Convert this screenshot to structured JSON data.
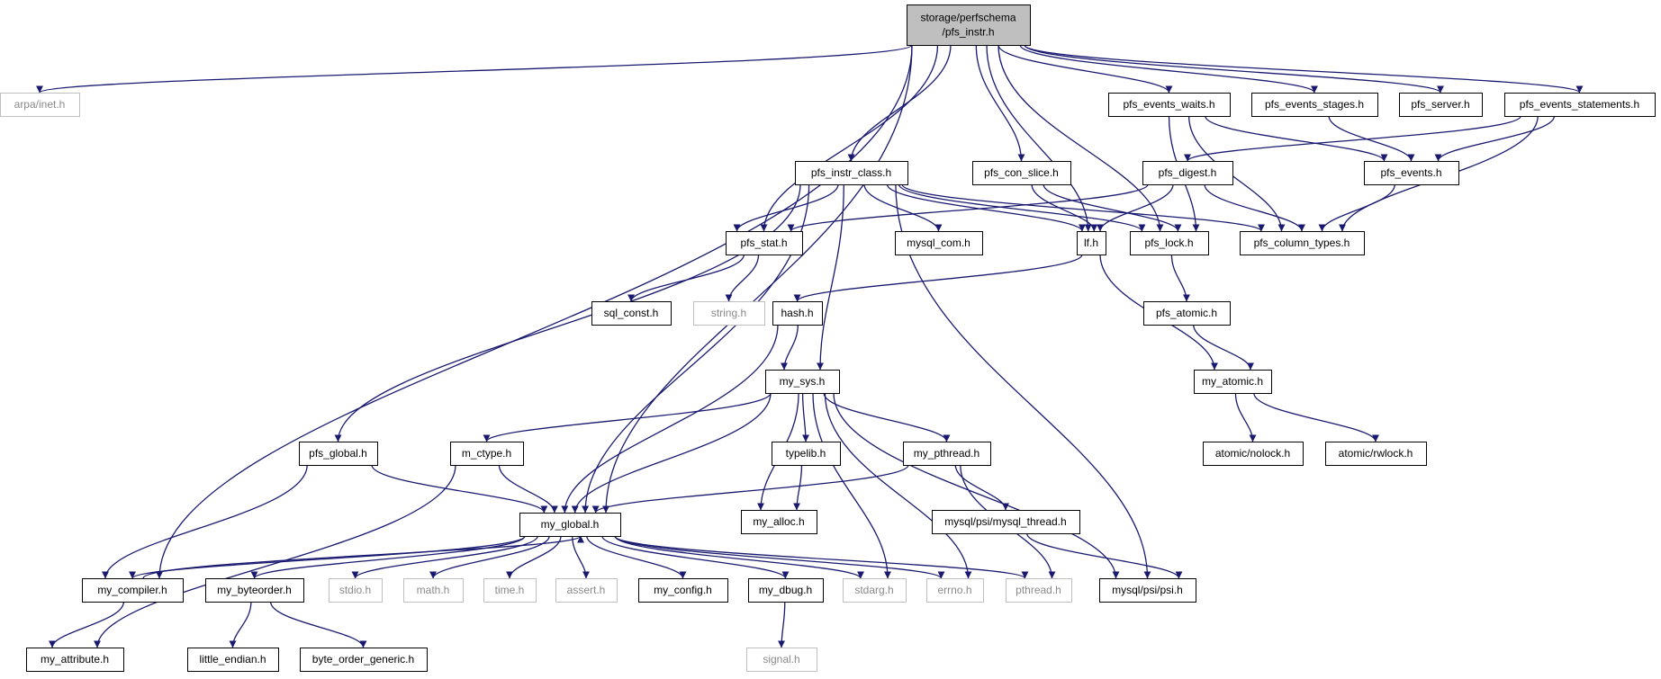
{
  "graph": {
    "colors": {
      "edge": "#191970",
      "node_border": "#000000",
      "system_border": "#bfbfbf",
      "root_fill": "#bfbfbf",
      "node_fill": "#ffffff"
    },
    "nodes": [
      {
        "id": "root",
        "kind": "root",
        "lines": [
          "storage/perfschema",
          "/pfs_instr.h"
        ]
      },
      {
        "id": "arpa_inet",
        "kind": "system",
        "lines": [
          "arpa/inet.h"
        ]
      },
      {
        "id": "my_compiler",
        "kind": "local",
        "lines": [
          "my_compiler.h"
        ]
      },
      {
        "id": "my_global",
        "kind": "local",
        "lines": [
          "my_global.h"
        ]
      },
      {
        "id": "pfs_stat",
        "kind": "local",
        "lines": [
          "pfs_stat.h"
        ]
      },
      {
        "id": "pfs_instr_class",
        "kind": "local",
        "lines": [
          "pfs_instr_class.h"
        ]
      },
      {
        "id": "lf",
        "kind": "local",
        "lines": [
          "lf.h"
        ]
      },
      {
        "id": "pfs_con_slice",
        "kind": "local",
        "lines": [
          "pfs_con_slice.h"
        ]
      },
      {
        "id": "pfs_lock",
        "kind": "local",
        "lines": [
          "pfs_lock.h"
        ]
      },
      {
        "id": "pfs_events_waits",
        "kind": "local",
        "lines": [
          "pfs_events_waits.h"
        ]
      },
      {
        "id": "pfs_events_stages",
        "kind": "local",
        "lines": [
          "pfs_events_stages.h"
        ]
      },
      {
        "id": "pfs_server",
        "kind": "local",
        "lines": [
          "pfs_server.h"
        ]
      },
      {
        "id": "pfs_events_statements",
        "kind": "local",
        "lines": [
          "pfs_events_statements.h"
        ]
      },
      {
        "id": "pfs_digest",
        "kind": "local",
        "lines": [
          "pfs_digest.h"
        ]
      },
      {
        "id": "pfs_events",
        "kind": "local",
        "lines": [
          "pfs_events.h"
        ]
      },
      {
        "id": "pfs_column_types",
        "kind": "local",
        "lines": [
          "pfs_column_types.h"
        ]
      },
      {
        "id": "mysql_com",
        "kind": "local",
        "lines": [
          "mysql_com.h"
        ]
      },
      {
        "id": "sql_const",
        "kind": "local",
        "lines": [
          "sql_const.h"
        ]
      },
      {
        "id": "string",
        "kind": "system",
        "lines": [
          "string.h"
        ]
      },
      {
        "id": "hash",
        "kind": "local",
        "lines": [
          "hash.h"
        ]
      },
      {
        "id": "pfs_atomic",
        "kind": "local",
        "lines": [
          "pfs_atomic.h"
        ]
      },
      {
        "id": "my_sys",
        "kind": "local",
        "lines": [
          "my_sys.h"
        ]
      },
      {
        "id": "my_atomic",
        "kind": "local",
        "lines": [
          "my_atomic.h"
        ]
      },
      {
        "id": "pfs_global",
        "kind": "local",
        "lines": [
          "pfs_global.h"
        ]
      },
      {
        "id": "m_ctype",
        "kind": "local",
        "lines": [
          "m_ctype.h"
        ]
      },
      {
        "id": "typelib",
        "kind": "local",
        "lines": [
          "typelib.h"
        ]
      },
      {
        "id": "my_pthread",
        "kind": "local",
        "lines": [
          "my_pthread.h"
        ]
      },
      {
        "id": "atomic_nolock",
        "kind": "local",
        "lines": [
          "atomic/nolock.h"
        ]
      },
      {
        "id": "atomic_rwlock",
        "kind": "local",
        "lines": [
          "atomic/rwlock.h"
        ]
      },
      {
        "id": "my_alloc",
        "kind": "local",
        "lines": [
          "my_alloc.h"
        ]
      },
      {
        "id": "mysql_thread",
        "kind": "local",
        "lines": [
          "mysql/psi/mysql_thread.h"
        ]
      },
      {
        "id": "my_byteorder",
        "kind": "local",
        "lines": [
          "my_byteorder.h"
        ]
      },
      {
        "id": "stdio",
        "kind": "system",
        "lines": [
          "stdio.h"
        ]
      },
      {
        "id": "math",
        "kind": "system",
        "lines": [
          "math.h"
        ]
      },
      {
        "id": "time",
        "kind": "system",
        "lines": [
          "time.h"
        ]
      },
      {
        "id": "assert",
        "kind": "system",
        "lines": [
          "assert.h"
        ]
      },
      {
        "id": "my_config",
        "kind": "local",
        "lines": [
          "my_config.h"
        ]
      },
      {
        "id": "my_dbug",
        "kind": "local",
        "lines": [
          "my_dbug.h"
        ]
      },
      {
        "id": "stdarg",
        "kind": "system",
        "lines": [
          "stdarg.h"
        ]
      },
      {
        "id": "errno",
        "kind": "system",
        "lines": [
          "errno.h"
        ]
      },
      {
        "id": "pthread",
        "kind": "system",
        "lines": [
          "pthread.h"
        ]
      },
      {
        "id": "psi",
        "kind": "local",
        "lines": [
          "mysql/psi/psi.h"
        ]
      },
      {
        "id": "my_attribute",
        "kind": "local",
        "lines": [
          "my_attribute.h"
        ]
      },
      {
        "id": "little_endian",
        "kind": "local",
        "lines": [
          "little_endian.h"
        ]
      },
      {
        "id": "byte_order_generic",
        "kind": "local",
        "lines": [
          "byte_order_generic.h"
        ]
      },
      {
        "id": "signal",
        "kind": "system",
        "lines": [
          "signal.h"
        ]
      }
    ],
    "edges": [
      [
        "root",
        "arpa_inet"
      ],
      [
        "root",
        "my_compiler"
      ],
      [
        "root",
        "my_global"
      ],
      [
        "root",
        "pfs_stat"
      ],
      [
        "root",
        "pfs_instr_class"
      ],
      [
        "root",
        "lf"
      ],
      [
        "root",
        "pfs_con_slice"
      ],
      [
        "root",
        "pfs_lock"
      ],
      [
        "root",
        "pfs_events_waits"
      ],
      [
        "root",
        "pfs_events_stages"
      ],
      [
        "root",
        "pfs_server"
      ],
      [
        "root",
        "pfs_events_statements"
      ],
      [
        "pfs_instr_class",
        "pfs_global"
      ],
      [
        "pfs_instr_class",
        "my_global"
      ],
      [
        "pfs_instr_class",
        "pfs_stat"
      ],
      [
        "pfs_instr_class",
        "mysql_com"
      ],
      [
        "pfs_instr_class",
        "lf"
      ],
      [
        "pfs_instr_class",
        "pfs_lock"
      ],
      [
        "pfs_instr_class",
        "pfs_column_types"
      ],
      [
        "pfs_instr_class",
        "psi"
      ],
      [
        "pfs_instr_class",
        "my_sys"
      ],
      [
        "pfs_con_slice",
        "lf"
      ],
      [
        "pfs_con_slice",
        "pfs_lock"
      ],
      [
        "pfs_events_waits",
        "pfs_events"
      ],
      [
        "pfs_events_waits",
        "pfs_lock"
      ],
      [
        "pfs_events_waits",
        "pfs_column_types"
      ],
      [
        "pfs_events_stages",
        "pfs_events"
      ],
      [
        "pfs_events_statements",
        "pfs_events"
      ],
      [
        "pfs_events_statements",
        "pfs_digest"
      ],
      [
        "pfs_events_statements",
        "pfs_column_types"
      ],
      [
        "pfs_digest",
        "pfs_stat"
      ],
      [
        "pfs_digest",
        "lf"
      ],
      [
        "pfs_digest",
        "pfs_column_types"
      ],
      [
        "pfs_events",
        "pfs_column_types"
      ],
      [
        "pfs_stat",
        "sql_const"
      ],
      [
        "pfs_stat",
        "string"
      ],
      [
        "lf",
        "hash"
      ],
      [
        "lf",
        "my_atomic"
      ],
      [
        "pfs_lock",
        "pfs_atomic"
      ],
      [
        "pfs_atomic",
        "my_atomic"
      ],
      [
        "my_atomic",
        "atomic_nolock"
      ],
      [
        "my_atomic",
        "atomic_rwlock"
      ],
      [
        "hash",
        "my_sys"
      ],
      [
        "hash",
        "my_global"
      ],
      [
        "my_sys",
        "m_ctype"
      ],
      [
        "my_sys",
        "my_global"
      ],
      [
        "my_sys",
        "typelib"
      ],
      [
        "my_sys",
        "my_pthread"
      ],
      [
        "my_sys",
        "my_alloc"
      ],
      [
        "my_sys",
        "psi"
      ],
      [
        "my_sys",
        "stdarg"
      ],
      [
        "my_sys",
        "errno"
      ],
      [
        "typelib",
        "my_alloc"
      ],
      [
        "my_pthread",
        "my_global"
      ],
      [
        "my_pthread",
        "mysql_thread"
      ],
      [
        "my_pthread",
        "pthread"
      ],
      [
        "mysql_thread",
        "psi"
      ],
      [
        "pfs_global",
        "my_global"
      ],
      [
        "pfs_global",
        "my_compiler"
      ],
      [
        "m_ctype",
        "my_global"
      ],
      [
        "m_ctype",
        "my_attribute"
      ],
      [
        "my_global",
        "my_compiler"
      ],
      [
        "my_compiler",
        "my_global"
      ],
      [
        "my_global",
        "my_byteorder"
      ],
      [
        "my_global",
        "stdio"
      ],
      [
        "my_global",
        "math"
      ],
      [
        "my_global",
        "time"
      ],
      [
        "my_global",
        "assert"
      ],
      [
        "my_global",
        "my_config"
      ],
      [
        "my_global",
        "my_dbug"
      ],
      [
        "my_global",
        "stdarg"
      ],
      [
        "my_global",
        "errno"
      ],
      [
        "my_global",
        "pthread"
      ],
      [
        "my_compiler",
        "my_attribute"
      ],
      [
        "my_byteorder",
        "little_endian"
      ],
      [
        "my_byteorder",
        "byte_order_generic"
      ],
      [
        "my_dbug",
        "signal"
      ]
    ]
  }
}
